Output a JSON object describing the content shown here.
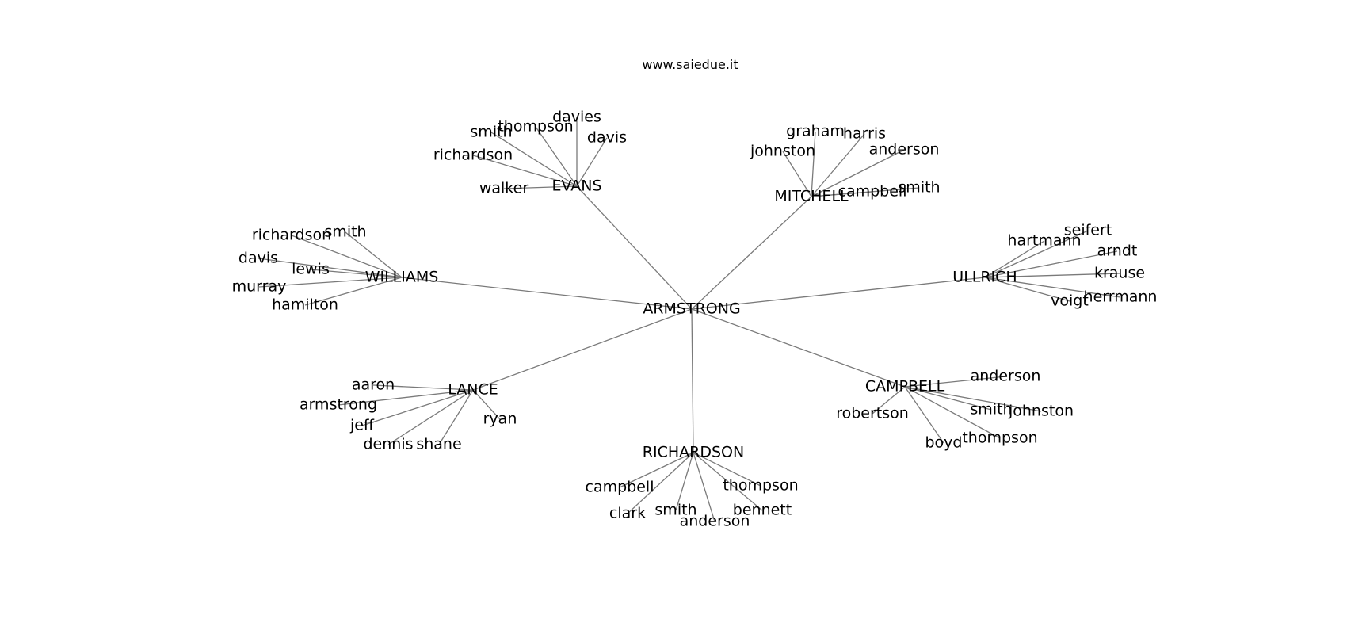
{
  "caption": "www.saiedue.it",
  "graph": {
    "root": "ARMSTRONG",
    "clusters": [
      {
        "hub": "EVANS",
        "leaves": [
          "davies",
          "thompson",
          "smith",
          "davis",
          "richardson",
          "walker"
        ]
      },
      {
        "hub": "MITCHELL",
        "leaves": [
          "graham",
          "harris",
          "johnston",
          "anderson",
          "campbell",
          "smith"
        ]
      },
      {
        "hub": "WILLIAMS",
        "leaves": [
          "richardson",
          "smith",
          "davis",
          "lewis",
          "murray",
          "hamilton"
        ]
      },
      {
        "hub": "ULLRICH",
        "leaves": [
          "seifert",
          "hartmann",
          "arndt",
          "krause",
          "herrmann",
          "voigt"
        ]
      },
      {
        "hub": "LANCE",
        "leaves": [
          "aaron",
          "armstrong",
          "jeff",
          "dennis",
          "shane",
          "ryan"
        ]
      },
      {
        "hub": "CAMPBELL",
        "leaves": [
          "anderson",
          "robertson",
          "smith",
          "johnston",
          "boyd",
          "thompson"
        ]
      },
      {
        "hub": "RICHARDSON",
        "leaves": [
          "campbell",
          "thompson",
          "clark",
          "smith",
          "bennett",
          "anderson"
        ]
      }
    ]
  }
}
